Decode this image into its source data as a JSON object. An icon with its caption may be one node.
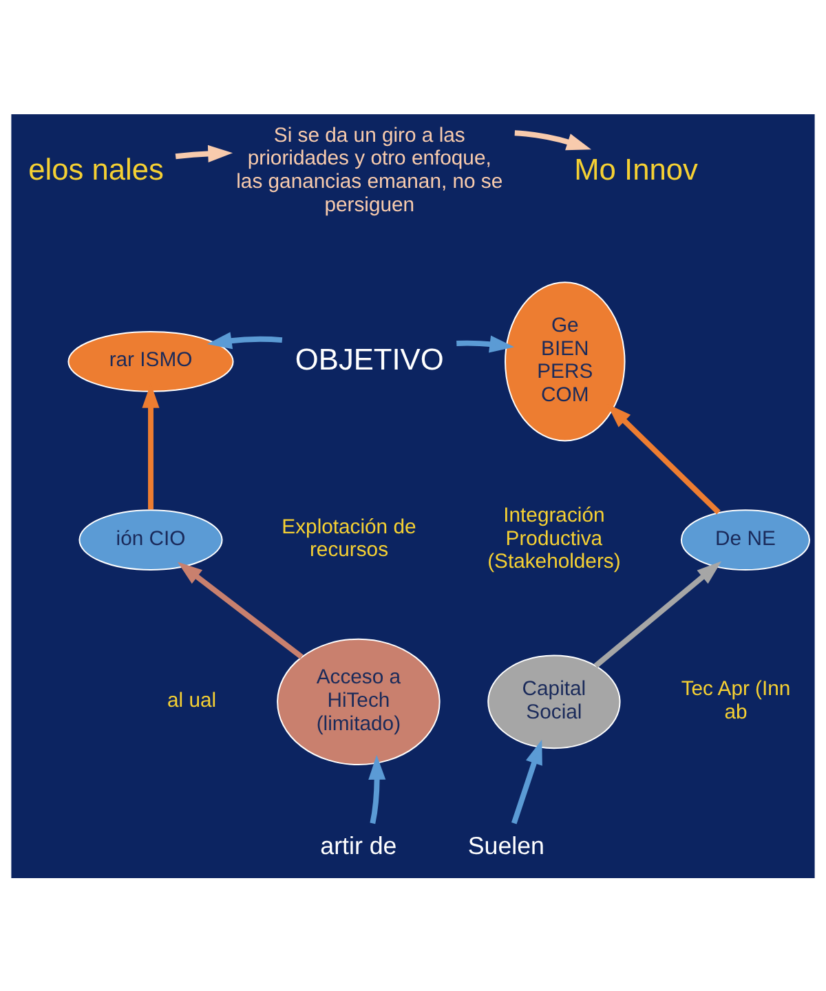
{
  "diagram": {
    "nodes": [
      {
        "text": [
          "elos nales"
        ]
      },
      {
        "text": [
          "Si se da un giro a las prioridades y otro enfoque, las ganancias emanan, no se persiguen"
        ]
      },
      {
        "text": [
          "Mo Innov"
        ]
      },
      {
        "text": [
          "OBJETIVO"
        ]
      },
      {
        "text": [
          "rar ISMO"
        ]
      },
      {
        "text": [
          "Ge BIEN PERS COM"
        ]
      },
      {
        "text": [
          "ión CIO"
        ]
      },
      {
        "text": [
          "Acceso a HiTech (limitado)"
        ]
      },
      {
        "text": [
          "De NE"
        ]
      },
      {
        "text": [
          "Capital Social"
        ]
      },
      {
        "text": [
          "artir de"
        ]
      },
      {
        "text": [
          "Suelen"
        ]
      }
    ],
    "edges": [
      {
        "from": 0,
        "to": 1,
        "arrow": "to",
        "color": "#f8cbad"
      },
      {
        "from": 1,
        "to": 2,
        "arrow": "to",
        "color": "#f8cbad"
      },
      {
        "from": 3,
        "to": 4,
        "arrow": "to",
        "color": "#5b9bd5"
      },
      {
        "from": 3,
        "to": 5,
        "arrow": "to",
        "color": "#5b9bd5"
      },
      {
        "from": 6,
        "to": 4,
        "arrow": "to",
        "color": "#ed7d31"
      },
      {
        "from": 7,
        "to": 6,
        "arrow": "to",
        "color": "#c9806e"
      },
      {
        "from": 8,
        "to": 5,
        "arrow": "to",
        "color": "#ed7d31"
      },
      {
        "from": 9,
        "to": 8,
        "arrow": "to",
        "color": "#a6a6a6"
      },
      {
        "from": 10,
        "to": 7,
        "arrow": "to",
        "color": "#5b9bd5"
      },
      {
        "from": 11,
        "to": 9,
        "arrow": "to",
        "color": "#5b9bd5"
      }
    ],
    "labels": [
      "Explotación de recursos",
      "Integración Productiva (Stakeholders)",
      "al ual",
      "Tec Apr (Inn ab"
    ]
  }
}
